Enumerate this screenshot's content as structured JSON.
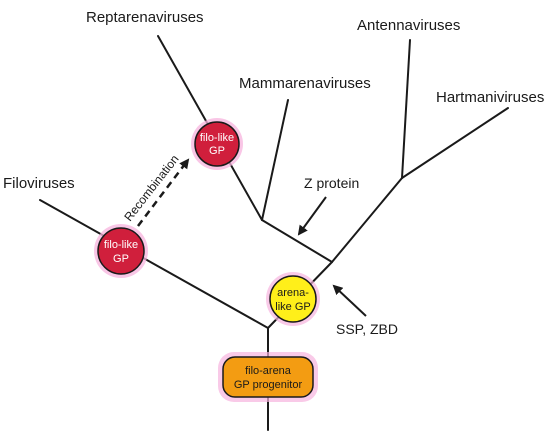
{
  "taxa": {
    "reptarenaviruses": "Reptarenaviruses",
    "antennaviruses": "Antennaviruses",
    "mammarenaviruses": "Mammarenaviruses",
    "hartmaniviruses": "Hartmaniviruses",
    "filoviruses": "Filoviruses"
  },
  "annotations": {
    "z_protein": "Z protein",
    "ssp_zbd": "SSP, ZBD",
    "recombination": "Recombination"
  },
  "nodes": {
    "filo_like_upper": {
      "line1": "filo-like",
      "line2": "GP"
    },
    "filo_like_lower": {
      "line1": "filo-like",
      "line2": "GP"
    },
    "arena_like": {
      "line1": "arena-",
      "line2": "like GP"
    },
    "progenitor": {
      "line1": "filo-arena",
      "line2": "GP progenitor"
    }
  },
  "colors": {
    "filo_like_fill": "#d01f3c",
    "filo_like_text": "#ffffff",
    "arena_like_fill": "#ffef1a",
    "progenitor_fill": "#f39c12",
    "node_glow": "#f7b3de",
    "line": "#1a1a1a"
  }
}
